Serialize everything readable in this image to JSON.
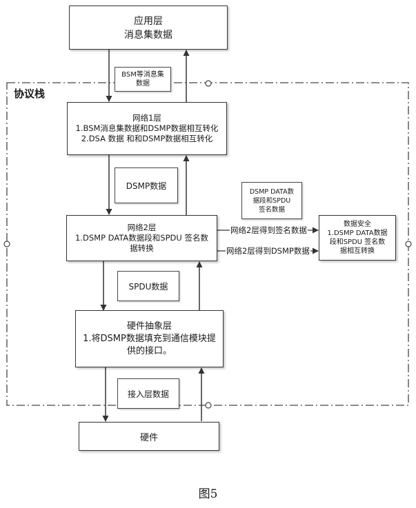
{
  "boxes": {
    "app": {
      "line1": "应用层",
      "line2": "消息集数据"
    },
    "net1": {
      "line1": "网络1层",
      "line2": "1.BSM消息集数据和DSMP数据相互转化",
      "line3": "2.DSA 数据 和和DSMP数据相互转化"
    },
    "net2": {
      "line1": "网络2层",
      "line2": "1.DSMP DATA数据段和SPDU 签名数",
      "line3": "据转换"
    },
    "hal": {
      "line1": "硬件抽象层",
      "line2": "1.将DSMP数据填充到通信模块提",
      "line3": "供的接口。"
    },
    "hw": {
      "line1": "硬件"
    },
    "security": {
      "line1": "数据安全",
      "line2": "1.DSMP DATA数据",
      "line3": "段和SPDU 签名数",
      "line4": "据相互转换"
    }
  },
  "labels": {
    "bsm": {
      "line1": "BSM等消息集",
      "line2": "数据"
    },
    "dsmp": "DSMP数据",
    "spdu": "SPDU数据",
    "access": "接入层数据",
    "dsmp_seg": {
      "line1": "DSMP DATA数",
      "line2": "据段和SPDU",
      "line3": "签名数据"
    }
  },
  "edges": {
    "to_sig": "网络2层得到签名数据",
    "to_dsmp": "网络2层得到DSMP数据"
  },
  "protocol_stack_label": "协议栈",
  "caption": "图5"
}
